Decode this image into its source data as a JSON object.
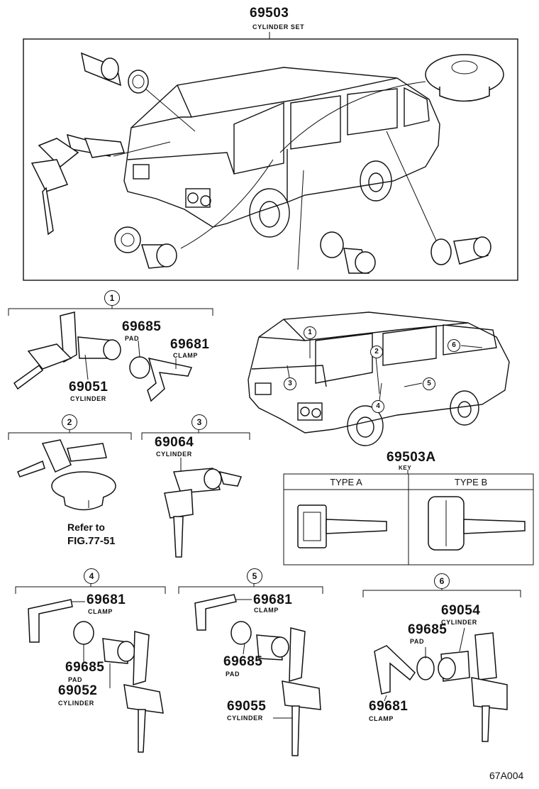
{
  "main": {
    "part_number": "69503",
    "label": "CYLINDER SET"
  },
  "groups": {
    "g1": {
      "marker": "1",
      "parts": [
        {
          "number": "69685",
          "label": "PAD"
        },
        {
          "number": "69681",
          "label": "CLAMP"
        },
        {
          "number": "69051",
          "label": "CYLINDER"
        }
      ]
    },
    "g2": {
      "marker": "2",
      "refer_line1": "Refer to",
      "refer_line2": "FIG.77-51"
    },
    "g3": {
      "marker": "3",
      "parts": [
        {
          "number": "69064",
          "label": "CYLINDER"
        }
      ]
    },
    "g4": {
      "marker": "4",
      "parts": [
        {
          "number": "69681",
          "label": "CLAMP"
        },
        {
          "number": "69685",
          "label": "PAD"
        },
        {
          "number": "69052",
          "label": "CYLINDER"
        }
      ]
    },
    "g5": {
      "marker": "5",
      "parts": [
        {
          "number": "69681",
          "label": "CLAMP"
        },
        {
          "number": "69685",
          "label": "PAD"
        },
        {
          "number": "69055",
          "label": "CYLINDER"
        }
      ]
    },
    "g6": {
      "marker": "6",
      "parts": [
        {
          "number": "69054",
          "label": "CYLINDER"
        },
        {
          "number": "69685",
          "label": "PAD"
        },
        {
          "number": "69681",
          "label": "CLAMP"
        }
      ]
    }
  },
  "van_markers": [
    "1",
    "2",
    "3",
    "4",
    "5",
    "6"
  ],
  "key": {
    "part_number": "69503A",
    "label": "KEY",
    "type_a": "TYPE A",
    "type_b": "TYPE B"
  },
  "figure_code": "67A004"
}
